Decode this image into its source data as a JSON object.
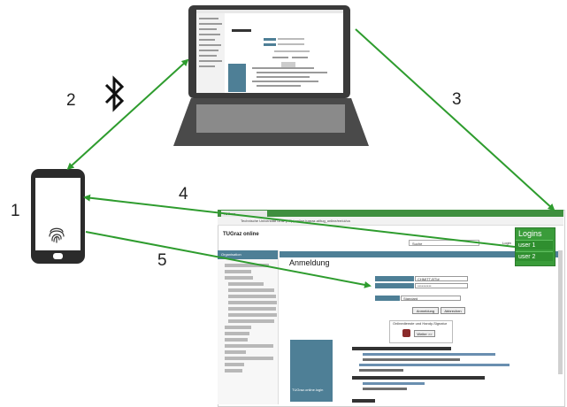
{
  "diagram": {
    "step_labels": [
      "1",
      "2",
      "3",
      "4",
      "5"
    ],
    "bluetooth_icon": "bluetooth-icon",
    "arrow_color": "#2e9c2e",
    "device_color": "#2b2b2b",
    "accent_color": "#4e7f96"
  },
  "browser": {
    "tab_label": "TUGraz...",
    "address": "Technische Universität Graz (AT) | online.tugraz.at/tug_online/ee/ui/ca",
    "logo_text": "TUGraz online",
    "search_label": "Suche",
    "login_link": "Login",
    "sidebar_heading": "Organisation",
    "page_title": "Anmeldung",
    "username_value": "CHMITT-BTI#",
    "password_value": "**********",
    "profile_value": "Standard",
    "login_button": "Anmeldung",
    "cancel_button": "Abbrechen",
    "signature_heading": "Onlinedienste und Handy-Signatur",
    "signature_button": "Weiter >>",
    "card_text": "TUGraz.online.login"
  },
  "logins_popup": {
    "title": "Logins",
    "users": [
      "user 1",
      "user 2"
    ]
  }
}
